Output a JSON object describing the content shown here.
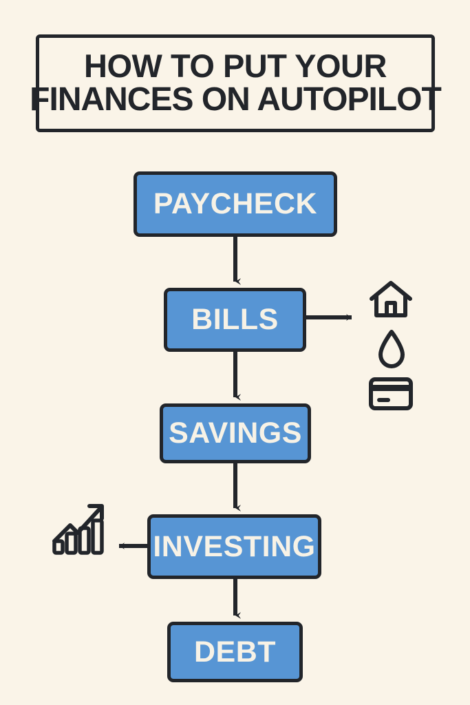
{
  "page": {
    "background_color": "#faf4e8",
    "accent_color": "#5795d4",
    "ink_color": "#22252a",
    "box_text_color": "#f7f2e6"
  },
  "title": {
    "line1": "HOW TO PUT YOUR",
    "line2": "FINANCES ON AUTOPILOT",
    "full": "HOW TO PUT YOUR FINANCES ON AUTOPILOT"
  },
  "flow": {
    "steps": [
      {
        "id": "paycheck",
        "label": "PAYCHECK"
      },
      {
        "id": "bills",
        "label": "BILLS"
      },
      {
        "id": "savings",
        "label": "SAVINGS"
      },
      {
        "id": "investing",
        "label": "INVESTING"
      },
      {
        "id": "debt",
        "label": "DEBT"
      }
    ]
  },
  "connectors": [
    {
      "id": "paycheck-to-bills",
      "from": "paycheck",
      "to": "bills",
      "direction": "down"
    },
    {
      "id": "bills-to-icons",
      "from": "bills",
      "to": "bill-icons",
      "direction": "right"
    },
    {
      "id": "bills-to-savings",
      "from": "bills",
      "to": "savings",
      "direction": "down"
    },
    {
      "id": "savings-to-investing",
      "from": "savings",
      "to": "investing",
      "direction": "down"
    },
    {
      "id": "investing-to-chart",
      "from": "investing",
      "to": "growth-chart",
      "direction": "left"
    },
    {
      "id": "investing-to-debt",
      "from": "investing",
      "to": "debt",
      "direction": "down"
    }
  ],
  "icons": {
    "bills_group": [
      {
        "name": "house-icon",
        "meaning": "housing / rent / mortgage"
      },
      {
        "name": "water-drop-icon",
        "meaning": "utilities / water"
      },
      {
        "name": "credit-card-icon",
        "meaning": "credit card payment"
      }
    ],
    "investing_group": [
      {
        "name": "growth-chart-icon",
        "meaning": "rising bar chart with upward arrow"
      }
    ]
  }
}
